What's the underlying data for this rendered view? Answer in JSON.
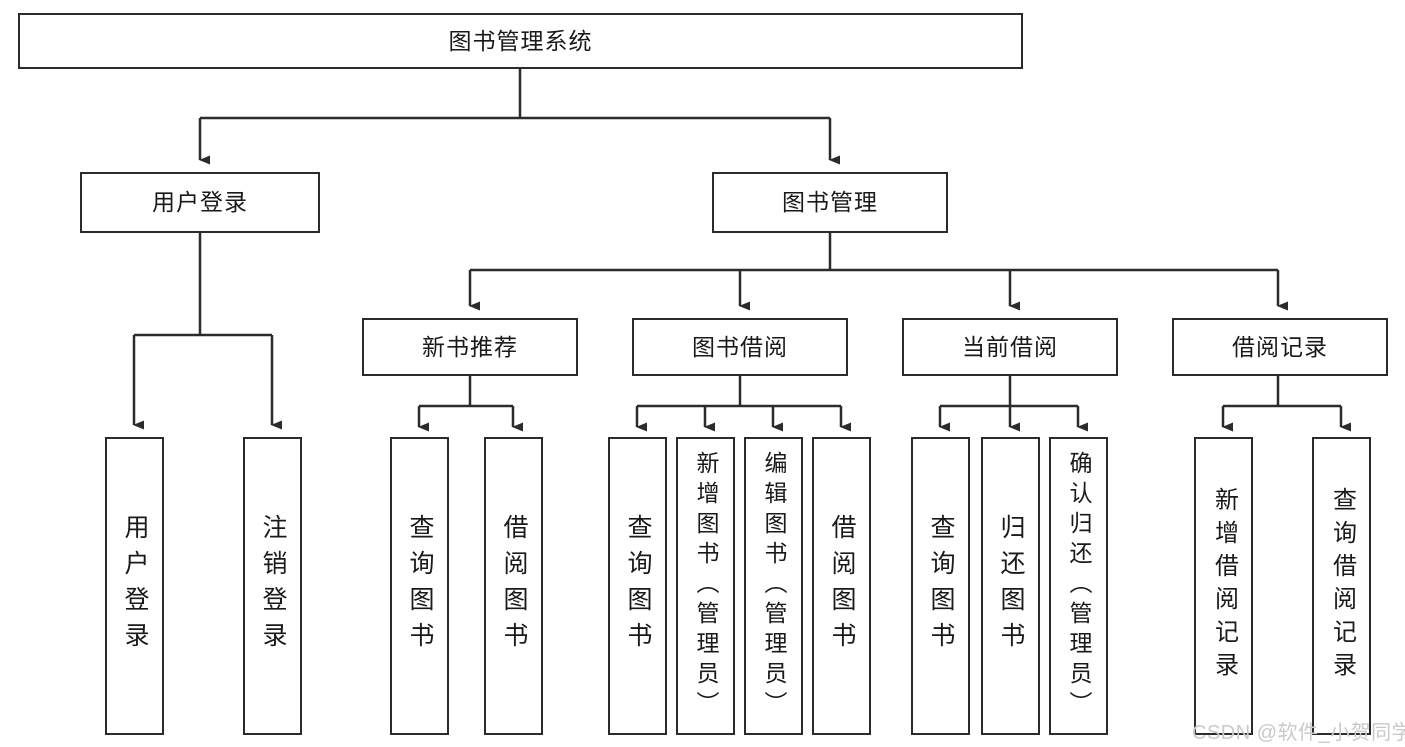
{
  "diagram": {
    "title": "图书管理系统",
    "type": "hierarchy-tree",
    "root": {
      "label": "图书管理系统"
    },
    "level1": [
      {
        "label": "用户登录"
      },
      {
        "label": "图书管理"
      }
    ],
    "level2": [
      {
        "label": "新书推荐"
      },
      {
        "label": "图书借阅"
      },
      {
        "label": "当前借阅"
      },
      {
        "label": "借阅记录"
      }
    ],
    "leaves": {
      "user_login": [
        {
          "label": "用户登录"
        },
        {
          "label": "注销登录"
        }
      ],
      "new_book_recommend": [
        {
          "label": "查询图书"
        },
        {
          "label": "借阅图书"
        }
      ],
      "book_borrow": [
        {
          "label": "查询图书"
        },
        {
          "label": "新增图书（管理员）"
        },
        {
          "label": "编辑图书（管理员）"
        },
        {
          "label": "借阅图书"
        }
      ],
      "current_borrow": [
        {
          "label": "查询图书"
        },
        {
          "label": "归还图书"
        },
        {
          "label": "确认归还（管理员）"
        }
      ],
      "borrow_record": [
        {
          "label": "新增借阅记录"
        },
        {
          "label": "查询借阅记录"
        }
      ]
    }
  },
  "watermark": {
    "text": "CSDN @软件_小贺同学"
  },
  "colors": {
    "line": "#2b2b2b",
    "box_border": "#2b2b2b",
    "background": "#ffffff",
    "text": "#1a1a1a",
    "watermark": "#c9c9c9"
  }
}
